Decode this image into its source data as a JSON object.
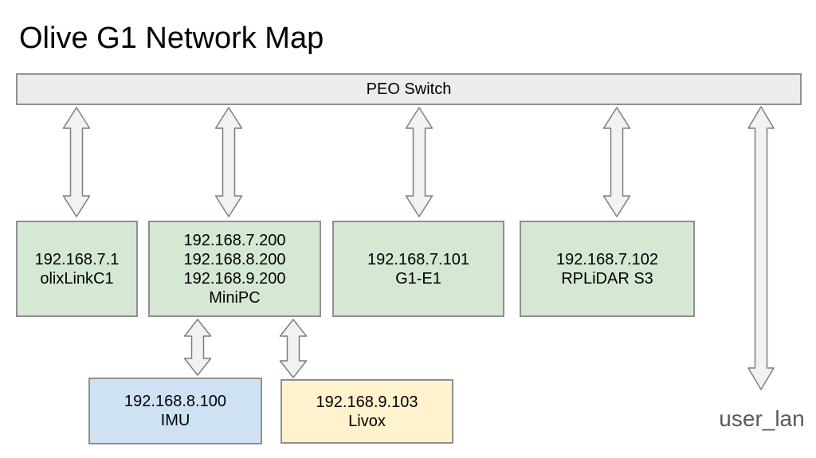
{
  "title": "Olive G1 Network Map",
  "switch": {
    "label": "PEO Switch"
  },
  "nodes": [
    {
      "name": "olixLinkC1",
      "fill": "#d5e8d4",
      "lines": [
        "192.168.7.1",
        "olixLinkC1"
      ]
    },
    {
      "name": "MiniPC",
      "fill": "#d5e8d4",
      "lines": [
        "192.168.7.200",
        "192.168.8.200",
        "192.168.9.200",
        "MiniPC"
      ]
    },
    {
      "name": "G1-E1",
      "fill": "#d5e8d4",
      "lines": [
        "192.168.7.101",
        "G1-E1"
      ]
    },
    {
      "name": "RPLiDAR S3",
      "fill": "#d5e8d4",
      "lines": [
        "192.168.7.102",
        "RPLiDAR S3"
      ]
    },
    {
      "name": "IMU",
      "fill": "#cfe2f3",
      "lines": [
        "192.168.8.100",
        "IMU"
      ]
    },
    {
      "name": "Livox",
      "fill": "#fff2cc",
      "lines": [
        "192.168.9.103",
        "Livox"
      ]
    }
  ],
  "external_label": "user_lan",
  "connections": [
    {
      "from": "PEO Switch",
      "to": "olixLinkC1",
      "type": "double-arrow"
    },
    {
      "from": "PEO Switch",
      "to": "MiniPC",
      "type": "double-arrow"
    },
    {
      "from": "PEO Switch",
      "to": "G1-E1",
      "type": "double-arrow"
    },
    {
      "from": "PEO Switch",
      "to": "RPLiDAR S3",
      "type": "double-arrow"
    },
    {
      "from": "PEO Switch",
      "to": "user_lan",
      "type": "double-arrow"
    },
    {
      "from": "MiniPC",
      "to": "IMU",
      "type": "double-arrow"
    },
    {
      "from": "MiniPC",
      "to": "Livox",
      "type": "double-arrow"
    }
  ],
  "colors": {
    "node_green": "#d5e8d4",
    "node_blue": "#cfe2f3",
    "node_yellow": "#fff2cc",
    "switch_fill": "#ececec",
    "box_border": "#8f8f8f",
    "arrow_fill": "#f2f2f2",
    "arrow_stroke": "#7e7e7e",
    "external_label_color": "#595959",
    "background": "#ffffff"
  }
}
